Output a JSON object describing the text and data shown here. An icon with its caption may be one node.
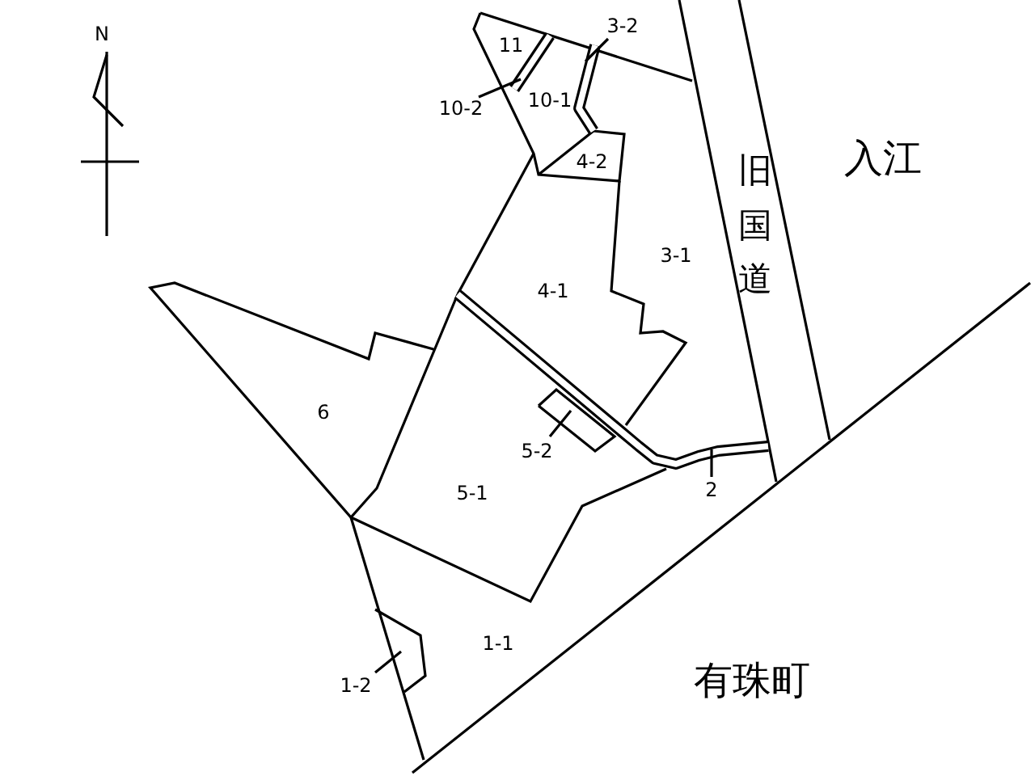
{
  "diagram": {
    "nodes": [
      {
        "text": [
          "10-2"
        ]
      },
      {
        "text": [
          "3-2"
        ]
      },
      {
        "text": [
          "5-2"
        ]
      },
      {
        "text": [
          "2"
        ]
      },
      {
        "text": [
          "1-2"
        ]
      }
    ],
    "edges": [
      {
        "from": 0,
        "to": null,
        "arrow": "none"
      },
      {
        "from": 1,
        "to": null,
        "arrow": "none"
      },
      {
        "from": 2,
        "to": null,
        "arrow": "none"
      },
      {
        "from": 3,
        "to": null,
        "arrow": "none"
      },
      {
        "from": 4,
        "to": null,
        "arrow": "none"
      }
    ],
    "labels": [
      "N",
      "11",
      "10-1",
      "4-2",
      "旧国道",
      "入江",
      "3-1",
      "4-1",
      "6",
      "5-1",
      "1-1",
      "有珠町"
    ]
  }
}
